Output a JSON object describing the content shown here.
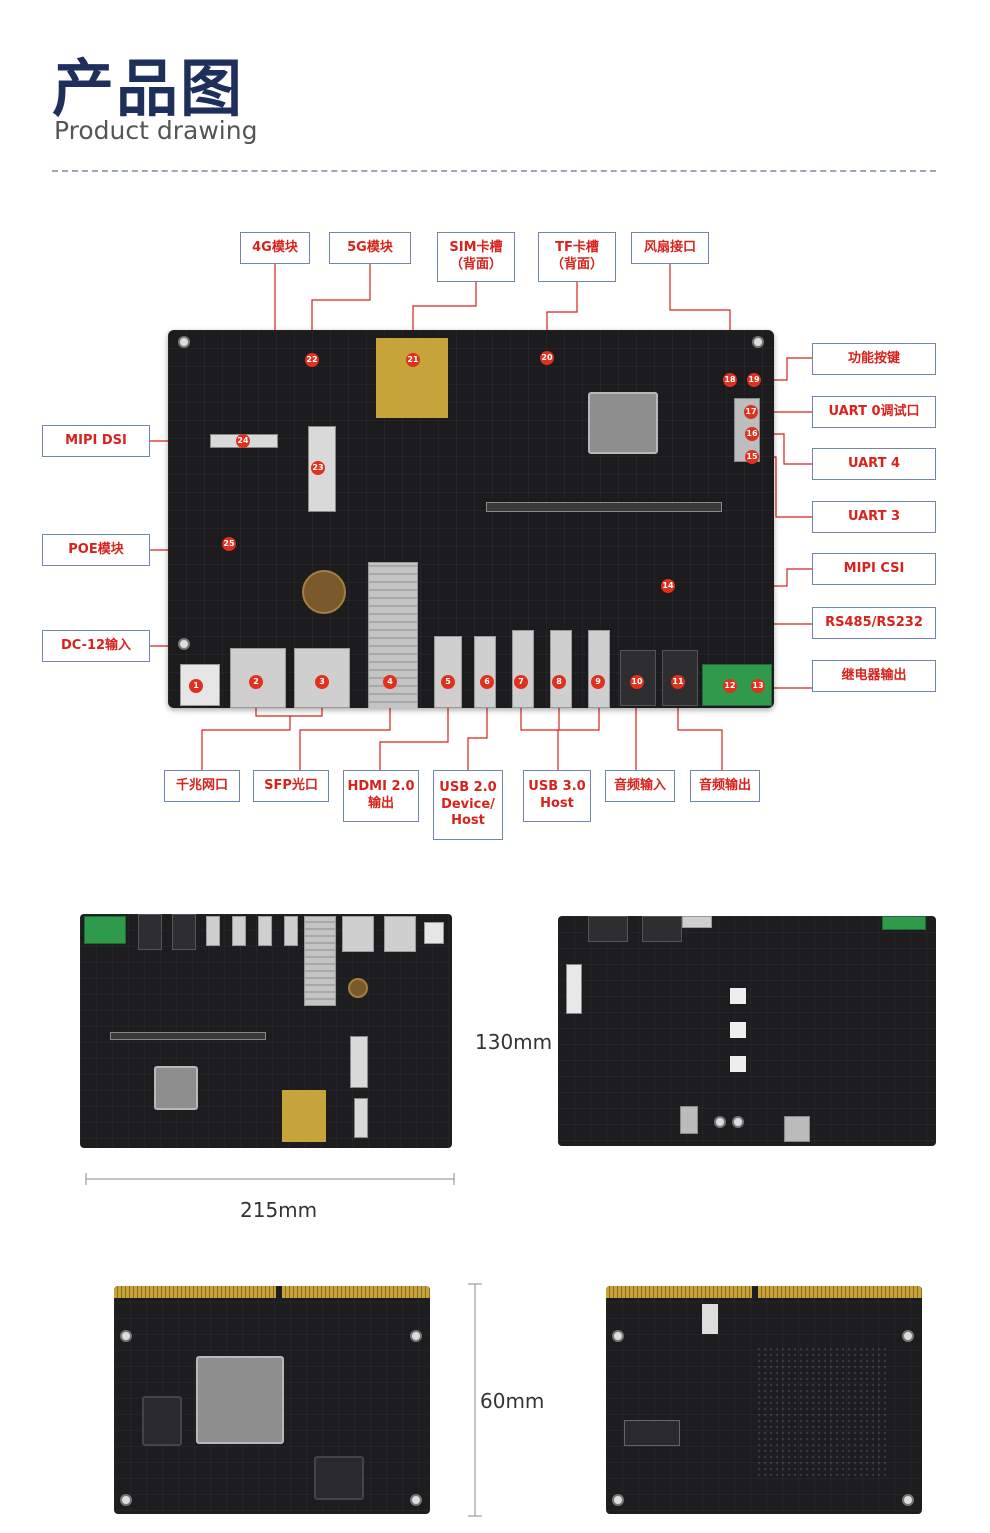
{
  "header": {
    "title_cn": "产品图",
    "title_en": "Product drawing"
  },
  "colors": {
    "title": "#1f2f5c",
    "label_text": "#d8221b",
    "label_border": "#6f86b3",
    "marker": "#e0301e",
    "board": "#1c1c1e"
  },
  "markers": [
    "1",
    "2",
    "3",
    "4",
    "5",
    "6",
    "7",
    "8",
    "9",
    "10",
    "11",
    "12",
    "13",
    "14",
    "15",
    "16",
    "17",
    "18",
    "19",
    "20",
    "21",
    "22",
    "23",
    "24",
    "25"
  ],
  "labels": {
    "l4g": "4G模块",
    "l5g": "5G模块",
    "sim": "SIM卡槽\n（背面）",
    "tf": "TF卡槽\n（背面）",
    "fan": "风扇接口",
    "func_key": "功能按键",
    "uart0": "UART 0调试口",
    "uart4": "UART 4",
    "uart3": "UART 3",
    "mipi_csi": "MIPI CSI",
    "rs485": "RS485/RS232",
    "relay": "继电器输出",
    "mipi_dsi": "MIPI DSI",
    "poe": "POE模块",
    "dc12": "DC-12输入",
    "gige": "千兆网口",
    "sfp": "SFP光口",
    "hdmi": "HDMI 2.0\n输出",
    "usb2": "USB 2.0\nDevice/\nHost",
    "usb3": "USB 3.0\nHost",
    "audio_in": "音频输入",
    "audio_out": "音频输出"
  },
  "dimensions": {
    "board_height": "130mm",
    "board_width": "215mm",
    "module_height": "60mm"
  }
}
